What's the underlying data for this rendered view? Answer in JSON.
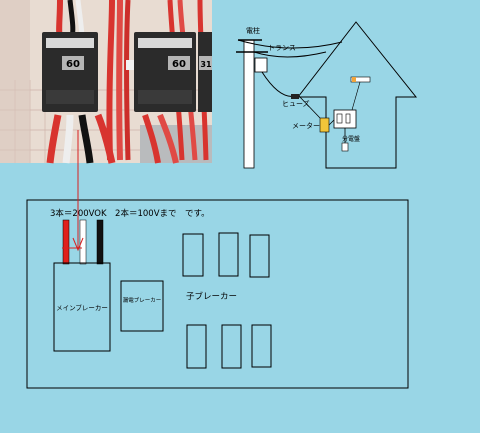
{
  "house_diagram": {
    "pole_label": "電柱",
    "transformer_label": "トランス",
    "fuse_label": "ヒューズ",
    "meter_label": "メーター",
    "panel_label": "分電盤"
  },
  "panel_diagram": {
    "note": "3本＝200VOK　2本＝100Vまで　です。",
    "main_breaker_label": "メインブレーカー",
    "leakage_breaker_label": "漏電ブレーカー",
    "branch_breaker_label": "子ブレーカー"
  },
  "photo_breaker_ratings": [
    "60",
    "60",
    "31"
  ]
}
